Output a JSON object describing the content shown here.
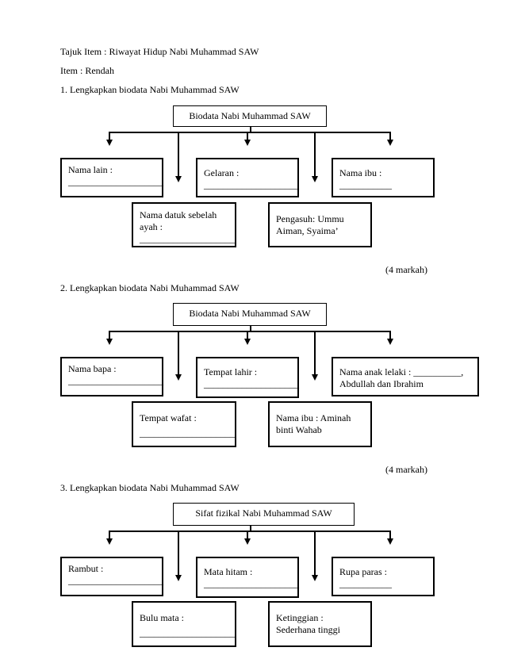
{
  "header": {
    "tajuk": "Tajuk Item : Riwayat Hidup Nabi Muhammad SAW",
    "item": "Item : Rendah"
  },
  "q1": {
    "question": "1. Lengkapkan biodata Nabi Muhammad SAW",
    "top": "Biodata Nabi Muhammad SAW",
    "box_a": {
      "label": "Nama lain :",
      "blank": "____________________"
    },
    "box_b": {
      "label": "Gelaran :",
      "blank": "____________________"
    },
    "box_c": {
      "label": "Nama ibu :",
      "blank": "___________"
    },
    "box_d": {
      "line1": "Nama datuk sebelah",
      "line2": "ayah :",
      "blank": "____________________"
    },
    "box_e": {
      "line1": "Pengasuh: Ummu",
      "line2": "Aiman, Syaima’"
    },
    "marks": "(4 markah)"
  },
  "q2": {
    "question": "2. Lengkapkan biodata Nabi Muhammad SAW",
    "top": "Biodata Nabi Muhammad SAW",
    "box_a": {
      "label": "Nama bapa :",
      "blank": "____________________"
    },
    "box_b": {
      "label": "Tempat lahir :",
      "blank": "____________________"
    },
    "box_c": {
      "line1": "Nama anak lelaki : __________,",
      "line2": "Abdullah dan Ibrahim"
    },
    "box_d": {
      "label": "Tempat wafat :",
      "blank": "____________________"
    },
    "box_e": {
      "line1": "Nama ibu : Aminah",
      "line2": "binti Wahab"
    },
    "marks": "(4 markah)"
  },
  "q3": {
    "question": "3. Lengkapkan biodata Nabi Muhammad SAW",
    "top": "Sifat fizikal Nabi Muhammad SAW",
    "box_a": {
      "label": "Rambut :",
      "blank": "____________________"
    },
    "box_b": {
      "label": "Mata hitam :",
      "blank": "____________________"
    },
    "box_c": {
      "label": "Rupa paras :",
      "blank": "___________"
    },
    "box_d": {
      "label": "Bulu mata :",
      "blank": "____________________"
    },
    "box_e": {
      "line1": "Ketinggian :",
      "line2": "Sederhana tinggi"
    }
  }
}
